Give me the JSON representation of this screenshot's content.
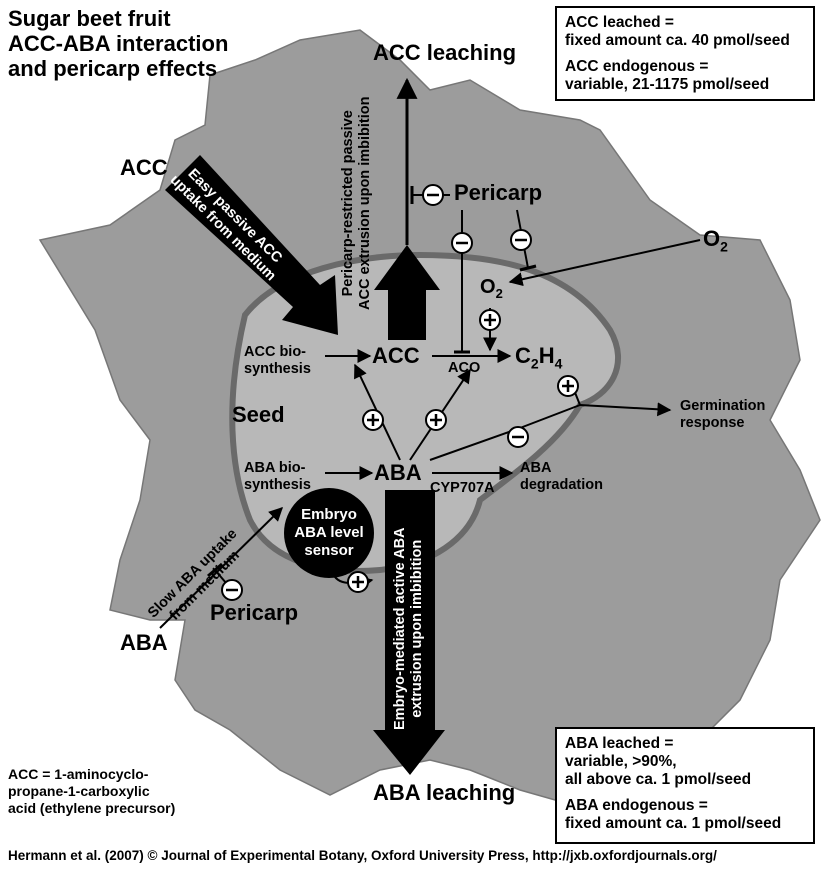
{
  "title": [
    "Sugar beet fruit",
    "ACC-ABA interaction",
    "and pericarp effects"
  ],
  "info_top": [
    {
      "line1": "ACC leached =",
      "line2": "fixed amount ca. 40 pmol/seed"
    },
    {
      "line1": "ACC endogenous =",
      "line2": "variable, 21-1175 pmol/seed"
    }
  ],
  "info_bottom": [
    {
      "line1": "ABA leached =",
      "line2": "variable, >90%,",
      "line3": "all above ca. 1 pmol/seed"
    },
    {
      "line1": "ABA endogenous =",
      "line2": "fixed amount ca. 1 pmol/seed"
    }
  ],
  "labels": {
    "acc_leaching": "ACC leaching",
    "aba_leaching": "ABA leaching",
    "acc_outside": "ACC",
    "aba_outside": "ABA",
    "pericarp_top": "Pericarp",
    "pericarp_bottom": "Pericarp",
    "o2_outside": "O",
    "o2_sub": "2",
    "o2_inside": "O",
    "o2_inside_sub": "2",
    "acc_center": "ACC",
    "aba_center": "ABA",
    "c2h4_c": "C",
    "c2h4_2": "2",
    "c2h4_h": "H",
    "c2h4_4": "4",
    "aco": "ACO",
    "cyp": "CYP707A",
    "seed": "Seed",
    "acc_bio_1": "ACC bio-",
    "acc_bio_2": "synthesis",
    "aba_bio_1": "ABA bio-",
    "aba_bio_2": "synthesis",
    "aba_deg_1": "ABA",
    "aba_deg_2": "degradation",
    "germ_1": "Germination",
    "germ_2": "response",
    "sensor_1": "Embryo",
    "sensor_2": "ABA level",
    "sensor_3": "sensor",
    "easy_uptake_1": "Easy passive ACC",
    "easy_uptake_2": "uptake from medium",
    "restricted_1": "Pericarp-restricted passive",
    "restricted_2": "ACC extrusion upon imbibition",
    "active_1": "Embryo-mediated active ABA",
    "active_2": "extrusion upon imbibition",
    "slow_uptake_1": "Slow ABA uptake",
    "slow_uptake_2": "from medium",
    "plus": "+",
    "minus": "−"
  },
  "footnote": [
    "ACC = 1-aminocyclo-",
    "propane-1-carboxylic",
    "acid (ethylene precursor)"
  ],
  "credit": "Hermann et al. (2007)  © Journal of Experimental Botany, Oxford University Press, http://jxb.oxfordjournals.org/",
  "colors": {
    "fruit": "#9c9c9c",
    "fruit_dark": "#7f7f7f",
    "seed": "#b4b4b4",
    "ink": "#000000"
  }
}
